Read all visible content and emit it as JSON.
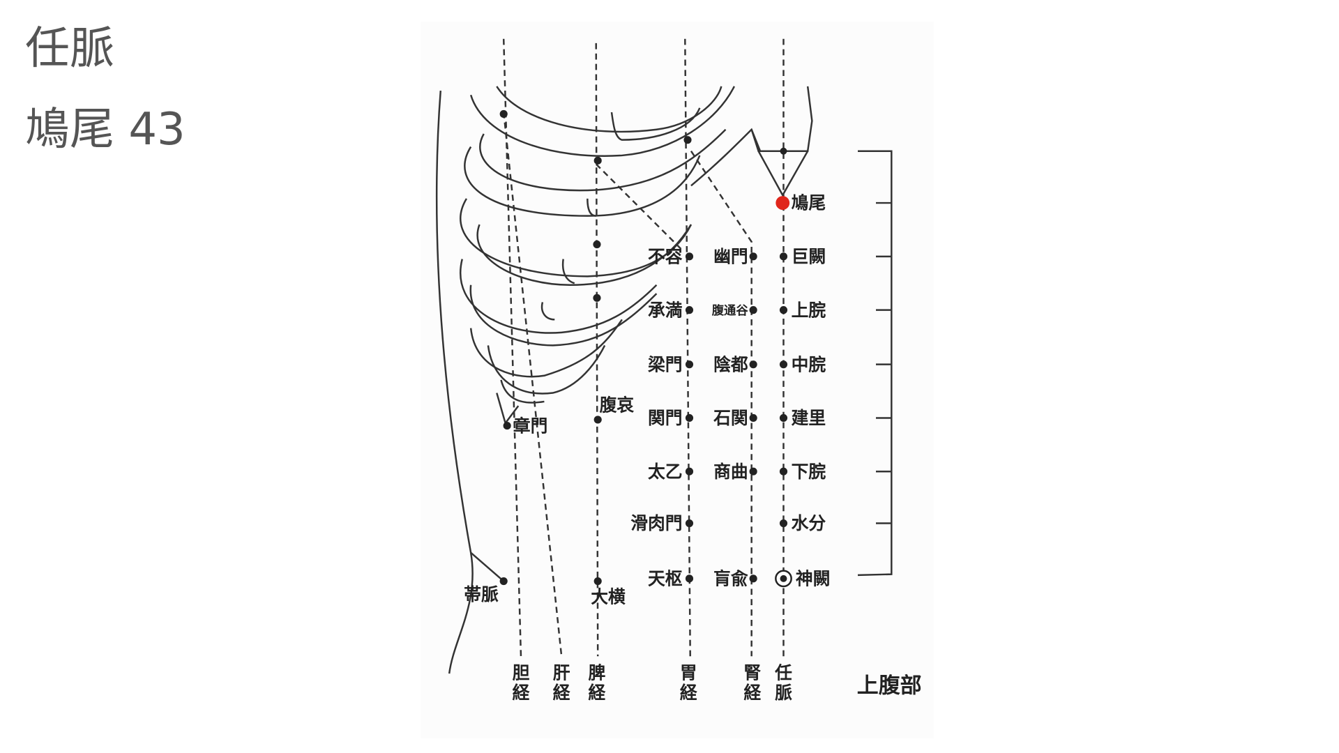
{
  "header": {
    "meridian": "任脈",
    "point": "鳩尾 43"
  },
  "highlight_color": "#e0261b",
  "diagram": {
    "region_label": "上腹部",
    "meridians": [
      {
        "id": "gb",
        "label_top": "胆",
        "label_bottom": "経"
      },
      {
        "id": "lr",
        "label_top": "肝",
        "label_bottom": "経"
      },
      {
        "id": "sp",
        "label_top": "脾",
        "label_bottom": "経"
      },
      {
        "id": "st",
        "label_top": "胃",
        "label_bottom": "経"
      },
      {
        "id": "ki",
        "label_top": "腎",
        "label_bottom": "経"
      },
      {
        "id": "cv",
        "label_top": "任",
        "label_bottom": "脈"
      }
    ],
    "stomach_points": [
      "不容",
      "承満",
      "梁門",
      "関門",
      "太乙",
      "滑肉門",
      "天枢"
    ],
    "kidney_points": [
      "幽門",
      "腹通谷",
      "陰都",
      "石関",
      "商曲",
      "",
      "肓兪"
    ],
    "ren_points": [
      "巨闕",
      "上脘",
      "中脘",
      "建里",
      "下脘",
      "水分",
      "神闕"
    ],
    "highlighted_point": "鳩尾",
    "other_points": {
      "zhangmen": "章門",
      "fuai": "腹哀",
      "daheng": "大横",
      "daimai": "帯脈"
    }
  }
}
